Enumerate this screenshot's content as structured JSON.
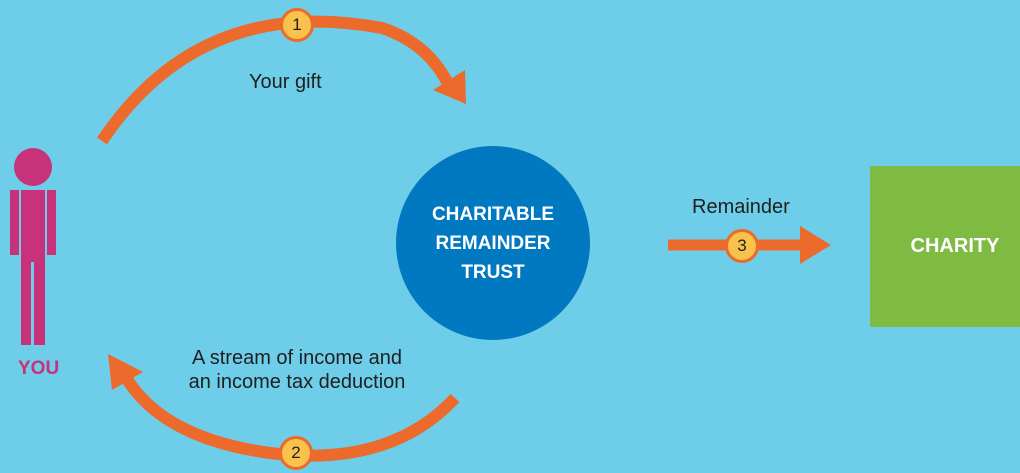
{
  "colors": {
    "background": "#6ecde8",
    "arrow": "#ec6a2c",
    "badge_fill": "#f9c24d",
    "trust_circle": "#0079c1",
    "charity_box": "#7fba42",
    "person": "#c8327a"
  },
  "person": {
    "label": "YOU",
    "icon": "person-icon"
  },
  "trust": {
    "lines": [
      "CHARITABLE",
      "REMAINDER",
      "TRUST"
    ]
  },
  "charity": {
    "label": "CHARITY"
  },
  "steps": [
    {
      "number": "1",
      "label": "Your gift"
    },
    {
      "number": "2",
      "label_lines": [
        "A stream of income and",
        "an income tax deduction"
      ]
    },
    {
      "number": "3",
      "label": "Remainder"
    }
  ]
}
